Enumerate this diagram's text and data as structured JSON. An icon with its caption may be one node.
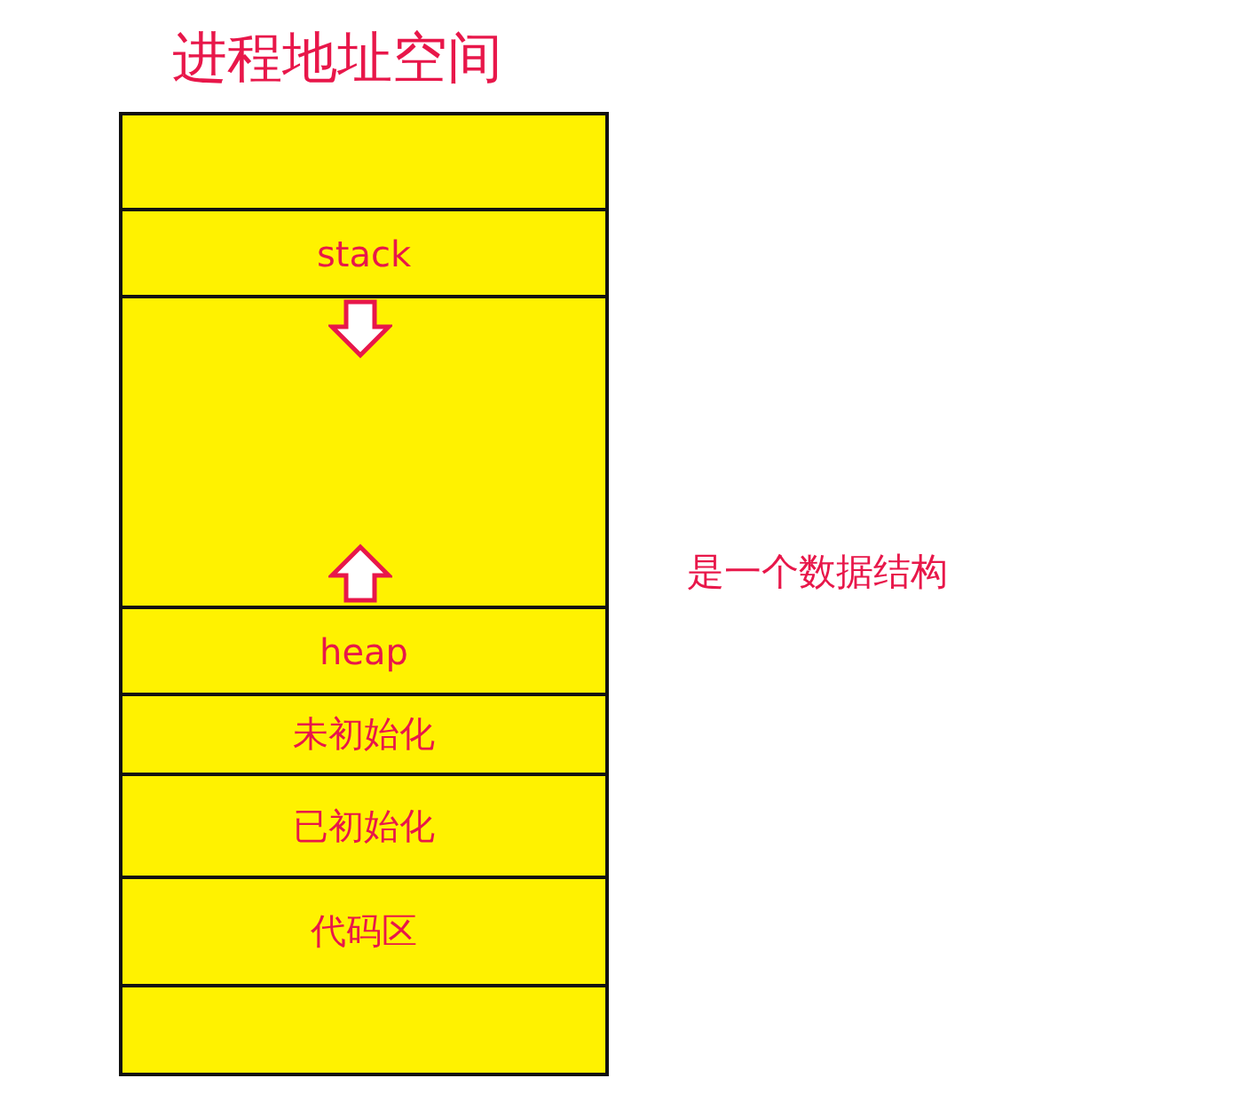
{
  "diagram": {
    "title": "进程地址空间",
    "nodes": [
      {
        "text": [],
        "shape": "box"
      },
      {
        "text": [
          "stack"
        ]
      },
      {
        "text": [],
        "shape": "box"
      },
      {
        "text": [
          "heap"
        ]
      },
      {
        "text": [
          "未初始化"
        ]
      },
      {
        "text": [
          "已初始化"
        ]
      },
      {
        "text": [
          "代码区"
        ]
      },
      {
        "text": [],
        "shape": "box"
      }
    ],
    "labels": [
      "是一个数据结构"
    ]
  }
}
